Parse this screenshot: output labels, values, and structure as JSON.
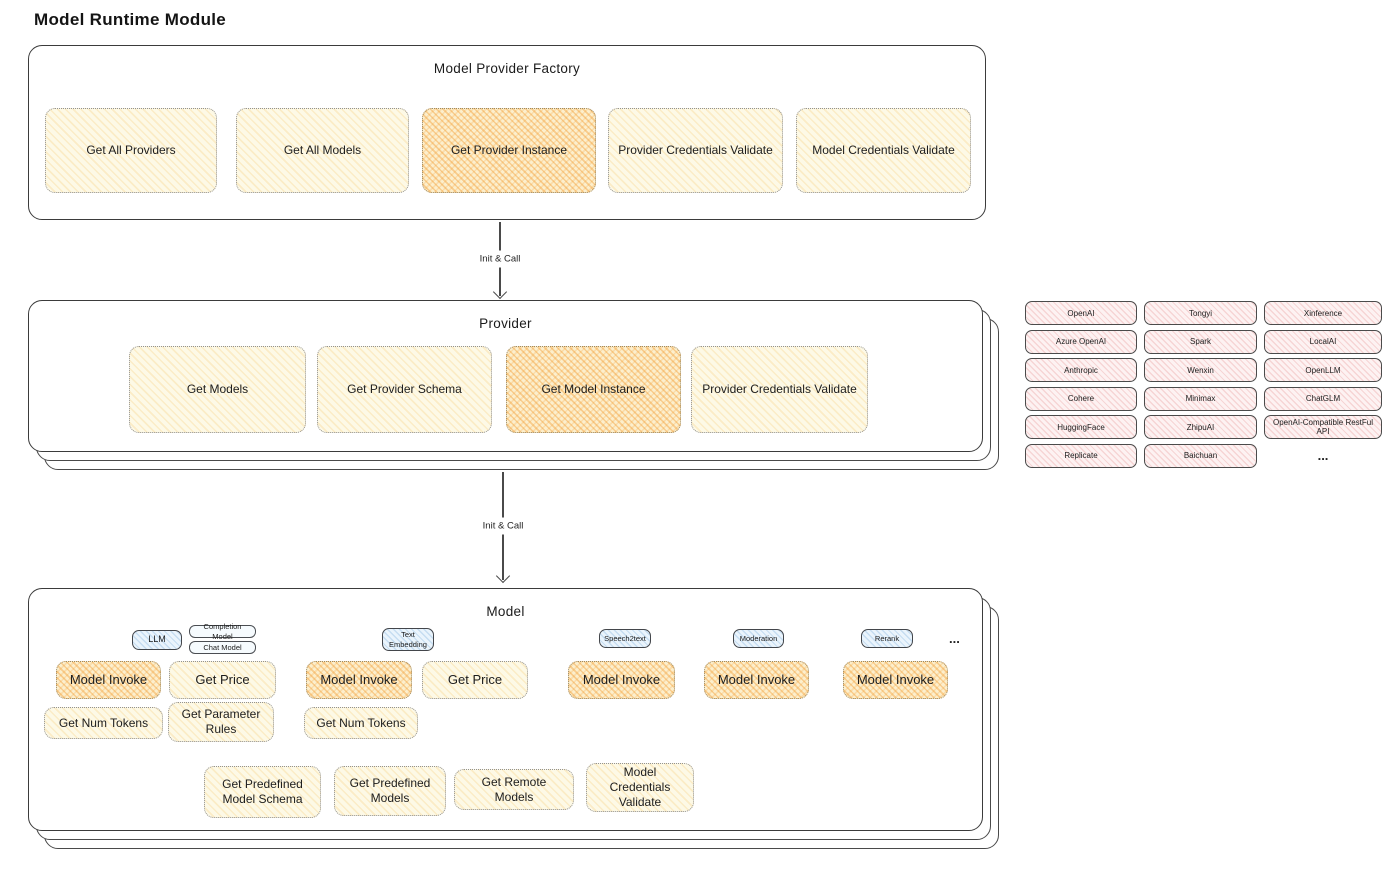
{
  "page_title": "Model Runtime Module",
  "arrows": {
    "factory_to_provider": "Init & Call",
    "provider_to_model": "Init & Call"
  },
  "factory": {
    "title": "Model Provider Factory",
    "items": [
      {
        "label": "Get All Providers",
        "highlight": false
      },
      {
        "label": "Get All Models",
        "highlight": false
      },
      {
        "label": "Get Provider Instance",
        "highlight": true
      },
      {
        "label": "Provider Credentials Validate",
        "highlight": false
      },
      {
        "label": "Model Credentials Validate",
        "highlight": false
      }
    ]
  },
  "provider": {
    "title": "Provider",
    "items": [
      {
        "label": "Get Models",
        "highlight": false
      },
      {
        "label": "Get Provider Schema",
        "highlight": false
      },
      {
        "label": "Get Model Instance",
        "highlight": true
      },
      {
        "label": "Provider Credentials Validate",
        "highlight": false
      }
    ]
  },
  "provider_list": {
    "rows": [
      [
        "OpenAI",
        "Tongyi",
        "Xinference"
      ],
      [
        "Azure OpenAI",
        "Spark",
        "LocalAI"
      ],
      [
        "Anthropic",
        "Wenxin",
        "OpenLLM"
      ],
      [
        "Cohere",
        "Minimax",
        "ChatGLM"
      ],
      [
        "HuggingFace",
        "ZhipuAI",
        "OpenAI-Compatible RestFul API"
      ],
      [
        "Replicate",
        "Baichuan"
      ]
    ],
    "more": "..."
  },
  "model": {
    "title": "Model",
    "tags": {
      "llm": "LLM",
      "completion_model": "Completion Model",
      "chat_model": "Chat Model",
      "text_embedding": "Text Embedding",
      "speech2text": "Speech2text",
      "moderation": "Moderation",
      "rerank": "Rerank",
      "more": "..."
    },
    "llm": {
      "invoke": "Model Invoke",
      "price": "Get Price",
      "tokens": "Get Num Tokens",
      "rules": "Get Parameter Rules"
    },
    "text_embedding": {
      "invoke": "Model Invoke",
      "price": "Get Price",
      "tokens": "Get Num Tokens"
    },
    "speech2text": {
      "invoke": "Model Invoke"
    },
    "moderation": {
      "invoke": "Model Invoke"
    },
    "rerank": {
      "invoke": "Model Invoke"
    },
    "common": {
      "predefined_schema": "Get Predefined Model Schema",
      "predefined_models": "Get Predefined Models",
      "remote_models": "Get Remote Models",
      "credentials_validate": "Model Credentials Validate"
    }
  },
  "colors": {
    "accent_yellow_light": "#fdf9e6",
    "accent_yellow_dark": "#f5a944",
    "accent_blue": "#74a8d8",
    "accent_pink": "#e07d7d",
    "container_border": "#3b3b3b"
  }
}
